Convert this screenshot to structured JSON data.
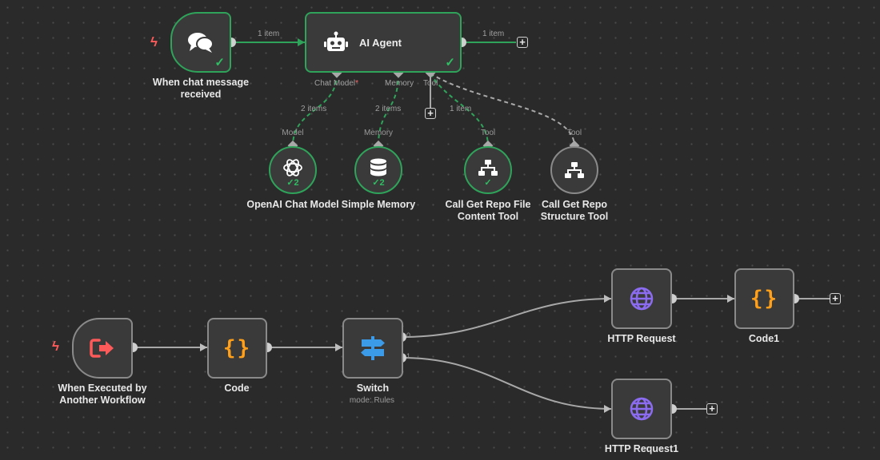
{
  "colors": {
    "background": "#2a2a2a",
    "node_fill": "#3a3a3a",
    "node_border": "#8a8a8a",
    "success": "#2fa35a",
    "trigger_icon": "#ff5a5a",
    "code_icon": "#ff9f1a",
    "switch_icon": "#3c9be8",
    "globe_icon": "#8b6cf0"
  },
  "top_flow": {
    "chat_trigger": {
      "label_line1": "When chat message",
      "label_line2": "received",
      "icon": "chat-bubbles-icon",
      "status": "success"
    },
    "chat_to_agent_count": "1 item",
    "agent": {
      "title": "AI Agent",
      "icon": "robot-icon",
      "status": "success",
      "output_count": "1 item",
      "ports": {
        "chat_model": "Chat Model",
        "required_mark": "*",
        "memory": "Memory",
        "tool": "Tool"
      }
    },
    "connections": {
      "model_count": "2 items",
      "memory_count": "2 items",
      "tool_count": "1 item"
    },
    "subnodes": [
      {
        "port_label": "Model",
        "label_line1": "OpenAI Chat Model",
        "label_line2": "",
        "icon": "openai-icon",
        "badge": "2",
        "status": "success"
      },
      {
        "port_label": "Memory",
        "label_line1": "Simple Memory",
        "label_line2": "",
        "icon": "database-icon",
        "badge": "2",
        "status": "success"
      },
      {
        "port_label": "Tool",
        "label_line1": "Call Get Repo File",
        "label_line2": "Content Tool",
        "icon": "sitemap-icon",
        "badge": "",
        "status": "success"
      },
      {
        "port_label": "Tool",
        "label_line1": "Call Get Repo",
        "label_line2": "Structure Tool",
        "icon": "sitemap-icon",
        "badge": "",
        "status": "idle"
      }
    ]
  },
  "bottom_flow": {
    "exec_trigger": {
      "label_line1": "When Executed by",
      "label_line2": "Another Workflow",
      "icon": "sign-out-icon"
    },
    "code": {
      "label": "Code",
      "icon": "curly-braces-icon",
      "glyph": "{}"
    },
    "switch": {
      "label": "Switch",
      "sublabel": "mode: Rules",
      "icon": "signpost-icon",
      "output_0": "0",
      "output_1": "1"
    },
    "http_request": {
      "label": "HTTP Request",
      "icon": "globe-icon"
    },
    "code1": {
      "label": "Code1",
      "icon": "curly-braces-icon",
      "glyph": "{}"
    },
    "http_request1": {
      "label": "HTTP Request1",
      "icon": "globe-icon"
    }
  }
}
